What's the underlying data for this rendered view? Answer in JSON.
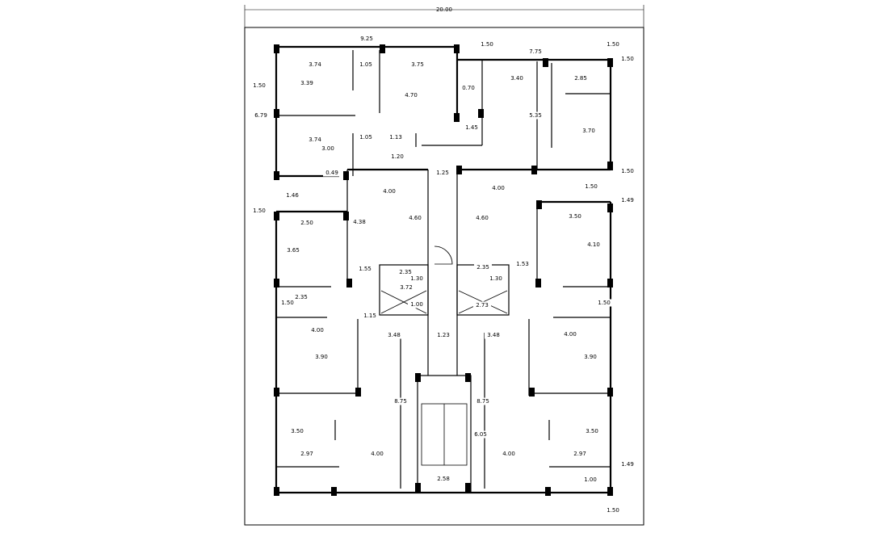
{
  "plan": {
    "overall_width": "20.00",
    "dimensions": [
      "9.25",
      "1.50",
      "7.75",
      "1.50",
      "1.50",
      "3.74",
      "1.05",
      "3.75",
      "3.40",
      "2.85",
      "3.39",
      "4.70",
      "0.70",
      "5.35",
      "3.70",
      "6.79",
      "1.50",
      "3.74",
      "1.05",
      "1.13",
      "3.00",
      "1.20",
      "1.45",
      "1.50",
      "0.49",
      "1.25",
      "4.00",
      "4.00",
      "1.50",
      "1.46",
      "1.49",
      "1.50",
      "4.38",
      "4.60",
      "4.60",
      "2.50",
      "3.50",
      "3.65",
      "4.10",
      "1.55",
      "2.35",
      "2.35",
      "1.53",
      "1.30",
      "1.30",
      "3.72",
      "2.35",
      "1.00",
      "2.73",
      "1.50",
      "1.50",
      "1.15",
      "4.00",
      "3.48",
      "1.23",
      "3.48",
      "4.00",
      "3.90",
      "3.90",
      "8.75",
      "8.75",
      "6.05",
      "3.50",
      "3.50",
      "2.97",
      "4.00",
      "4.00",
      "2.97",
      "1.49",
      "2.58",
      "1.00",
      "1.50"
    ]
  }
}
